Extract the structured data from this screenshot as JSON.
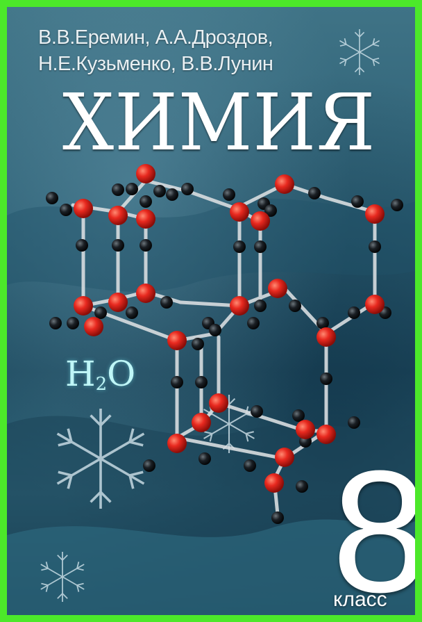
{
  "cover": {
    "authors_line1": "В.В.Еремин, А.А.Дроздов,",
    "authors_line2": "Н.Е.Кузьменко, В.В.Лунин",
    "title": "ХИМИЯ",
    "formula_main": "H",
    "formula_sub": "2",
    "formula_end": "O",
    "grade_number": "8",
    "grade_label": "класс"
  },
  "colors": {
    "frame": "#4ce82a",
    "background": "#2c5f74",
    "oxygen": "#e8291f",
    "hydrogen": "#1a1f24",
    "bond": "#d8dde0",
    "formula": "#bff6f7"
  },
  "icons": [
    "snowflake-icon",
    "water-molecule-lattice"
  ]
}
